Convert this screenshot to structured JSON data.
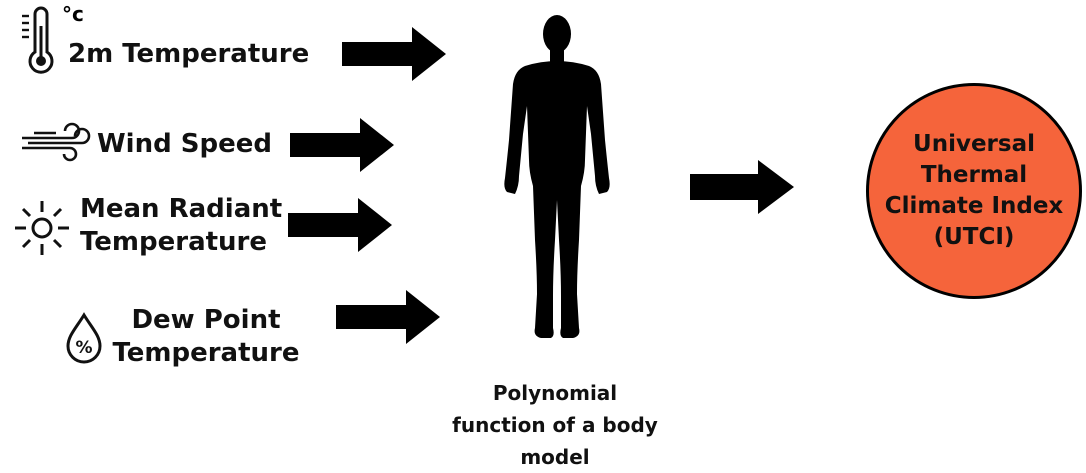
{
  "inputs": {
    "temperature": {
      "label": "2m Temperature",
      "unit": "°c"
    },
    "wind": {
      "label": "Wind Speed"
    },
    "radiant": {
      "line1": "Mean Radiant",
      "line2": "Temperature"
    },
    "dew": {
      "line1": "Dew Point",
      "line2": "Temperature",
      "icon_text": "%"
    }
  },
  "model": {
    "line1": "Polynomial",
    "line2": "function of a body",
    "line3": "model"
  },
  "output": {
    "line1": "Universal",
    "line2": "Thermal",
    "line3": "Climate Index",
    "line4": "(UTCI)",
    "color": "#f5643b"
  }
}
